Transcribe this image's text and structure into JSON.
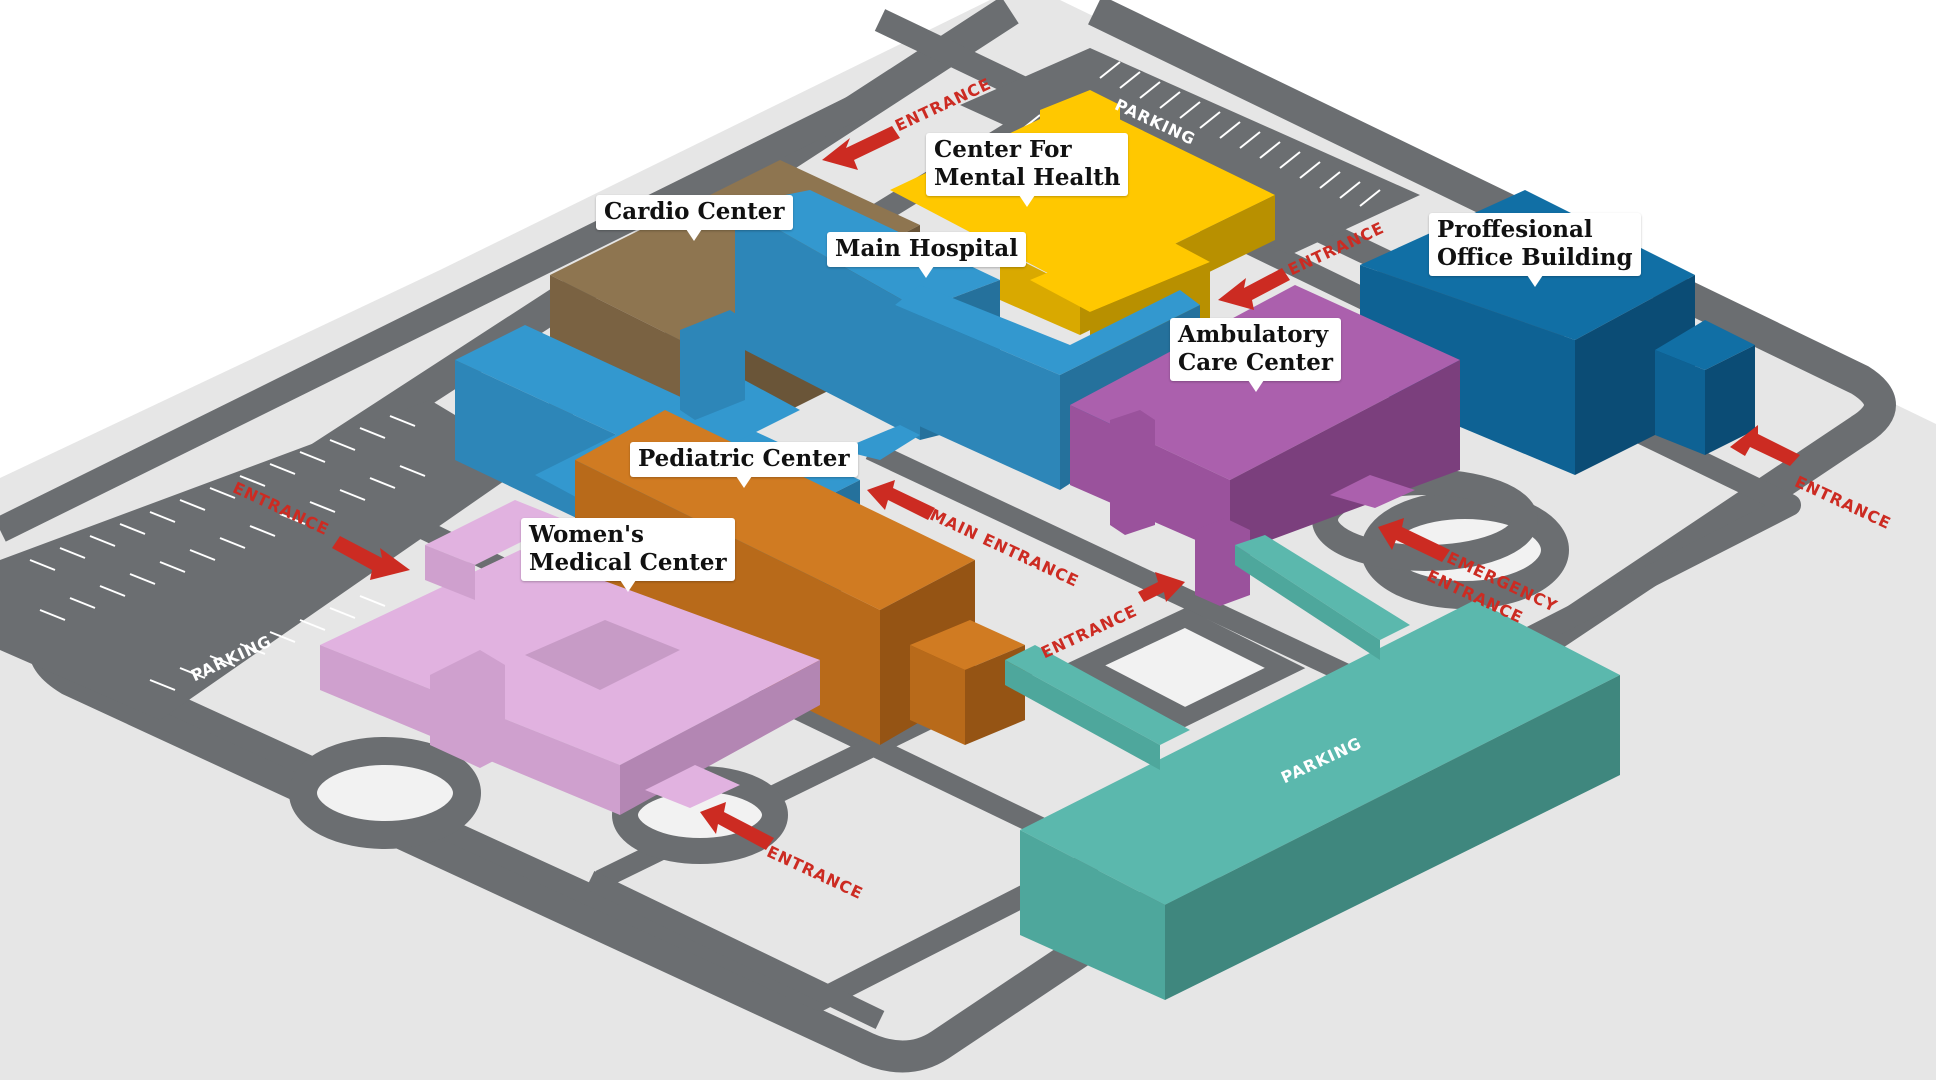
{
  "colors": {
    "lot": "#e6e6e6",
    "road": "#6b6e71",
    "marking": "#ffffff",
    "arrow": "#cc2b22",
    "main_hospital": "#3398cf",
    "cardio_center": "#8e7550",
    "mental_health": "#ffc800",
    "professional_office": "#116fa5",
    "ambulatory_care": "#ab60ad",
    "pediatric_center": "#d07b22",
    "womens_center": "#e1b2e0",
    "parking_garage": "#5bb8ad"
  },
  "buildings": {
    "mental_health": {
      "line1": "Center For",
      "line2": "Mental Health"
    },
    "cardio_center": {
      "line1": "Cardio Center"
    },
    "main_hospital": {
      "line1": "Main Hospital"
    },
    "professional_office": {
      "line1": "Proffesional",
      "line2": "Office Building"
    },
    "ambulatory_care": {
      "line1": "Ambulatory",
      "line2": "Care Center"
    },
    "pediatric_center": {
      "line1": "Pediatric Center"
    },
    "womens_center": {
      "line1": "Women's",
      "line2": "Medical Center"
    }
  },
  "map_labels": {
    "entrance": "ENTRANCE",
    "main_entrance": "MAIN ENTRANCE",
    "emergency": "EMERGENCY",
    "parking": "PARKING"
  }
}
